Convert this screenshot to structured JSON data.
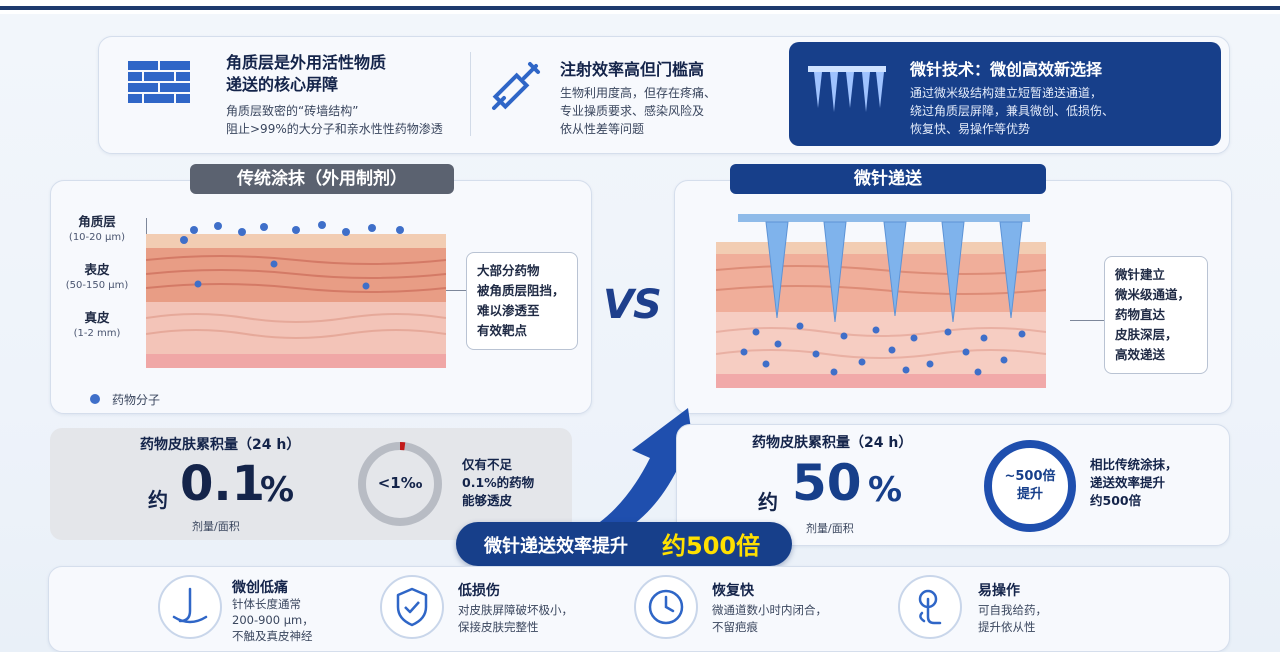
{
  "header_cards": [
    {
      "title_line1": "角质层是外用活性物质",
      "title_line2": "递送的核心屏障",
      "desc_line1": "角质层致密的“砖墙结构”",
      "desc_line2": "阻止>99%的大分子和亲水性性药物渗透",
      "icon": "brick-wall-icon"
    },
    {
      "title": "注射效率高但门槛高",
      "desc_line1": "生物利用度高，但存在疼痛、",
      "desc_line2": "专业操质要求、感染风险及",
      "desc_line3": "依从性差等问题",
      "icon": "syringe-icon"
    },
    {
      "title": "微针技术：微创高效新选择",
      "desc_line1": "通过微米级结构建立短暂递送通道，",
      "desc_line2": "绕过角质层屏障，兼具微创、低损伤、",
      "desc_line3": "恢复快、易操作等优势",
      "icon": "microneedle-icon"
    }
  ],
  "left_panel": {
    "title": "传统涂抹（外用制剂）",
    "layers": [
      {
        "name": "角质层",
        "range": "(10-20 μm)"
      },
      {
        "name": "表皮",
        "range": "(50-150 μm)"
      },
      {
        "name": "真皮",
        "range": "(1-2 mm)"
      }
    ],
    "callout_lines": [
      "大部分药物",
      "被角质层阻挡，",
      "难以渗透至",
      "有效靶点"
    ],
    "legend": "药物分子"
  },
  "vs": "VS",
  "right_panel": {
    "title": "微针递送",
    "callout_lines": [
      "微针建立",
      "微米级通道，",
      "药物直达",
      "皮肤深层，",
      "高效递送"
    ]
  },
  "left_stat": {
    "label": "药物皮肤累积量（24 h）",
    "prefix": "约",
    "value": "0.1",
    "unit": "%",
    "sub": "剂量/面积",
    "gauge_text": "<1‰",
    "gauge_fraction": 0.01,
    "note_lines": [
      "仅有不足",
      "0.1%的药物",
      "能够透皮"
    ]
  },
  "right_stat": {
    "label": "药物皮肤累积量（24 h）",
    "prefix": "约",
    "value": "50",
    "unit": "%",
    "sub": "剂量/面积",
    "ring_line1": "~500倍",
    "ring_line2": "提升",
    "note_lines": [
      "相比传统涂抹，",
      "递送效率提升",
      "约500倍"
    ]
  },
  "banner": {
    "text": "微针递送效率提升",
    "highlight": "约500倍"
  },
  "features": [
    {
      "title": "微创低痛",
      "lines": [
        "针体长度通常",
        "200-900 μm，",
        "不触及真皮神经"
      ],
      "icon": "needle-skin-icon"
    },
    {
      "title": "低损伤",
      "lines": [
        "对皮肤屏障破坏极小，",
        "保接皮肤完整性"
      ],
      "icon": "shield-check-icon"
    },
    {
      "title": "恢复快",
      "lines": [
        "微通道数小时内闭合，",
        "不留疤痕"
      ],
      "icon": "clock-icon"
    },
    {
      "title": "易操作",
      "lines": [
        "可自我给药，",
        "提升依从性"
      ],
      "icon": "hand-touch-icon"
    }
  ],
  "colors": {
    "navy": "#173f8a",
    "accent_yellow": "#ffe000",
    "skin": "#efb6a6",
    "gray_panel": "#5b6270"
  }
}
